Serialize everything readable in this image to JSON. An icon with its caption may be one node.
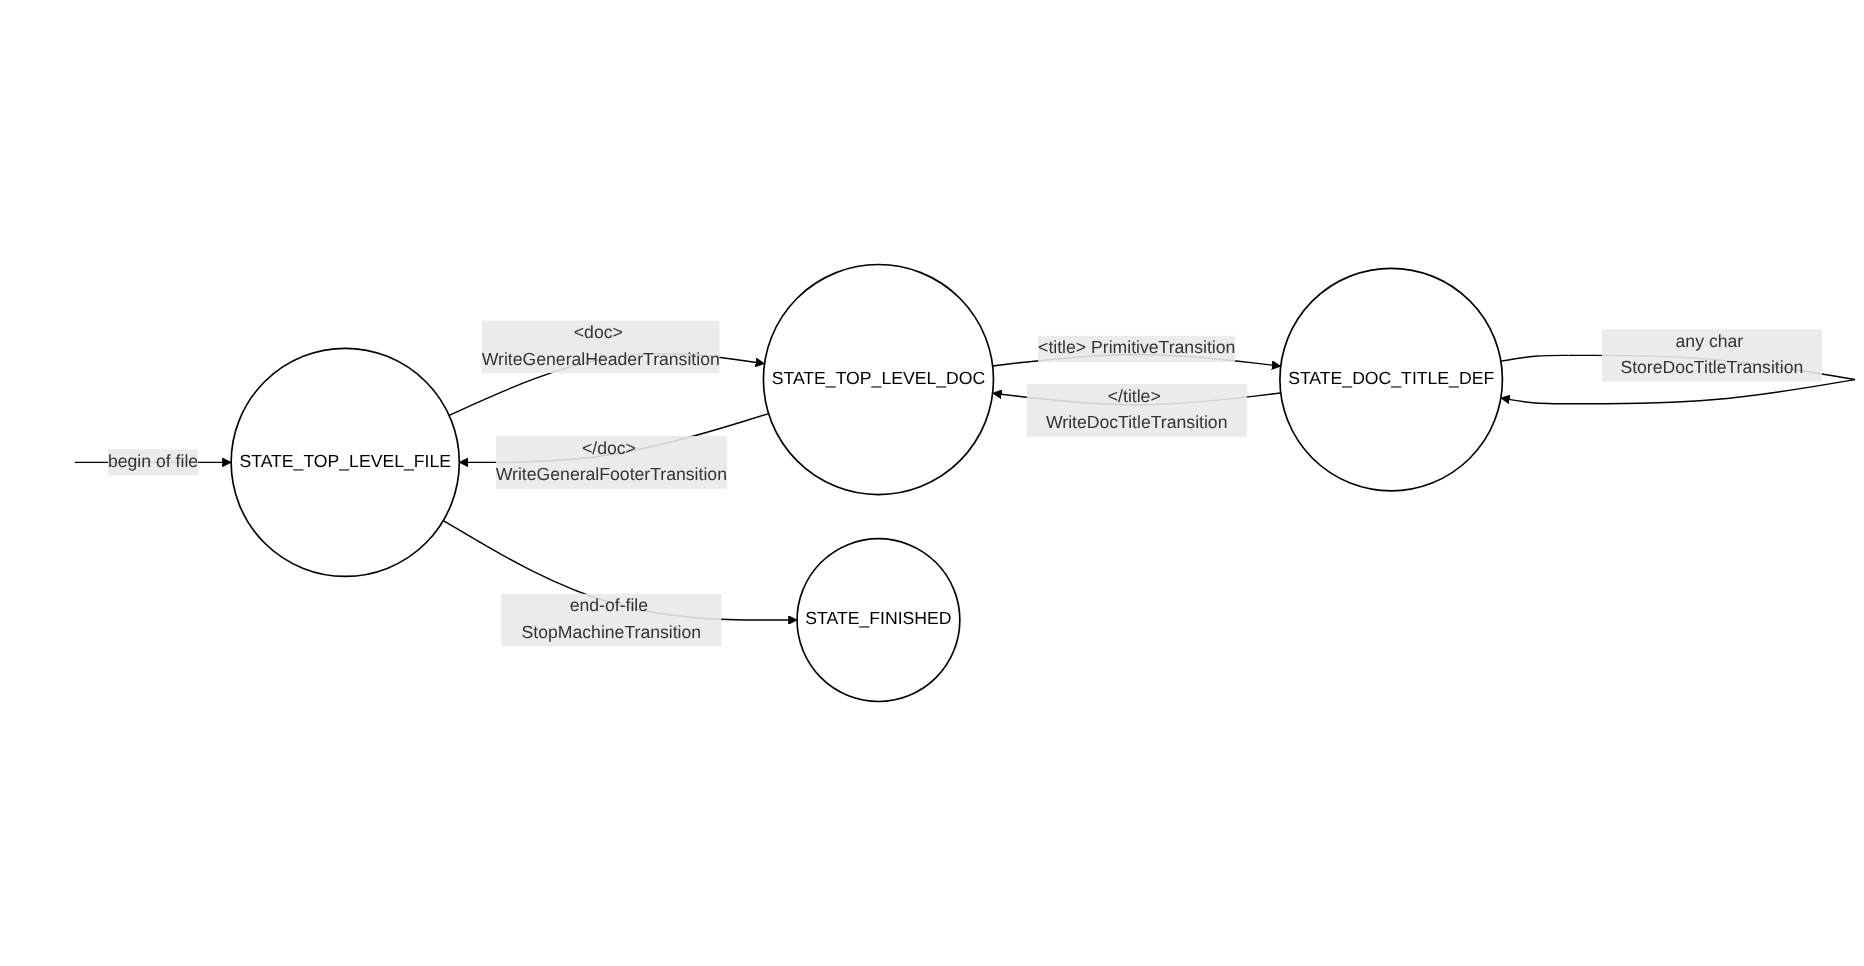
{
  "diagram": {
    "nodes": [
      {
        "text": [
          "STATE_TOP_LEVEL_FILE"
        ]
      },
      {
        "text": [
          "STATE_TOP_LEVEL_DOC"
        ]
      },
      {
        "text": [
          "STATE_FINISHED"
        ]
      },
      {
        "text": [
          "STATE_DOC_TITLE_DEF"
        ]
      }
    ],
    "edges": [
      {
        "from": null,
        "to": 0,
        "arrow": "to",
        "label": "begin of file"
      },
      {
        "from": 0,
        "to": 1,
        "arrow": "to",
        "label": "<doc> WriteGeneralHeaderTransition"
      },
      {
        "from": 1,
        "to": 0,
        "arrow": "to",
        "label": "</doc> WriteGeneralFooterTransition"
      },
      {
        "from": 0,
        "to": 2,
        "arrow": "to",
        "label": "end-of-file StopMachineTransition"
      },
      {
        "from": 1,
        "to": 3,
        "arrow": "to",
        "label": "<title> PrimitiveTransition"
      },
      {
        "from": 3,
        "to": 1,
        "arrow": "to",
        "label": "</title> WriteDocTitleTransition"
      },
      {
        "from": 3,
        "to": 3,
        "arrow": "to",
        "label": "any char StoreDocTitleTransition"
      }
    ]
  }
}
